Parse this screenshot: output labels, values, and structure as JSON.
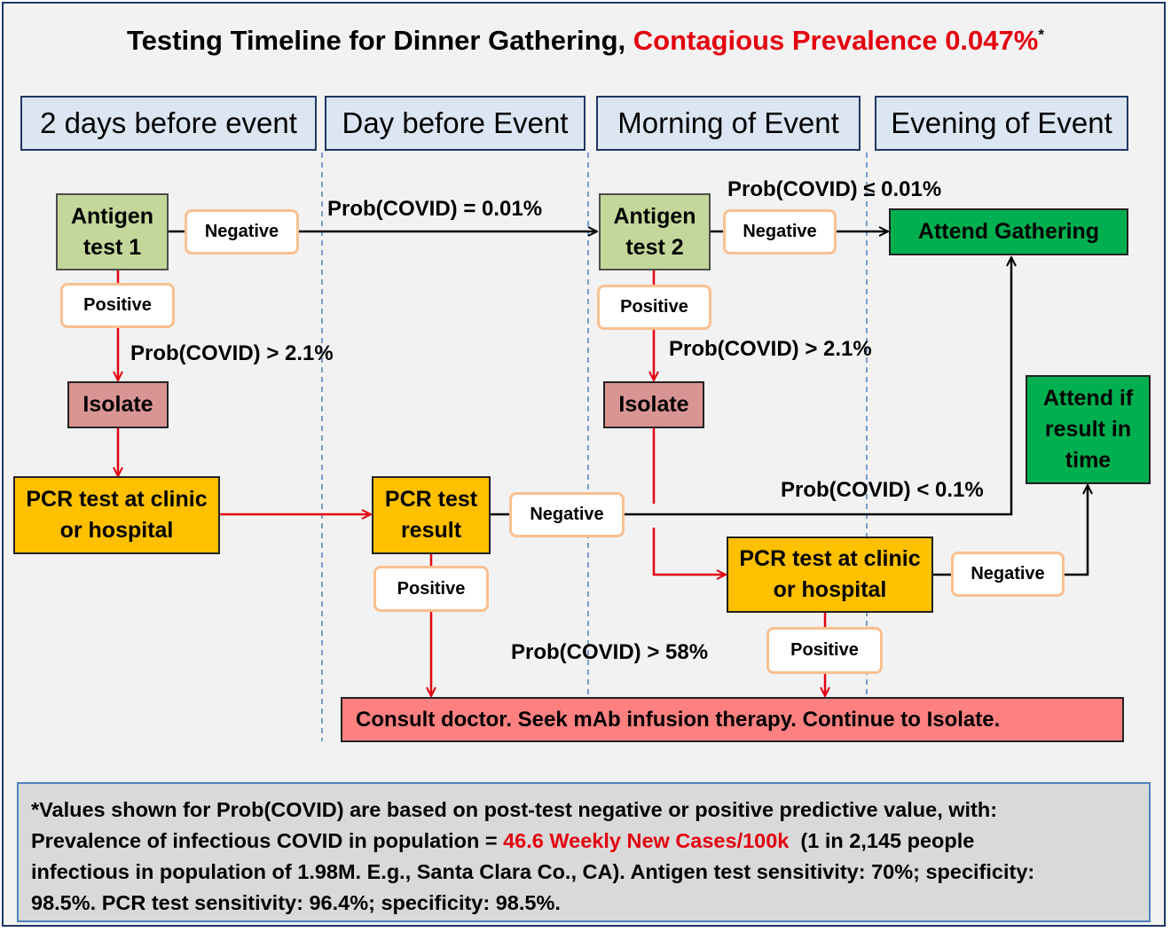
{
  "title": {
    "main": "Testing Timeline for Dinner Gathering,",
    "highlight": "Contagious Prevalence 0.047%",
    "footnote_mark": "*"
  },
  "columns": [
    "2 days before event",
    "Day before Event",
    "Morning of Event",
    "Evening of Event"
  ],
  "nodes": {
    "antigen1": "Antigen test 1",
    "antigen2": "Antigen test 2",
    "isolate1": "Isolate",
    "isolate2": "Isolate",
    "pcr_clinic1": "PCR test at clinic or hospital",
    "pcr_result": "PCR test result",
    "pcr_clinic2": "PCR test at clinic or hospital",
    "attend_gathering": "Attend Gathering",
    "attend_if": "Attend if result in time",
    "consult": "Consult doctor. Seek mAb infusion therapy. Continue to Isolate."
  },
  "pills": {
    "neg_a1": "Negative",
    "pos_a1": "Positive",
    "neg_a2": "Negative",
    "pos_a2": "Positive",
    "neg_pcr": "Negative",
    "pos_pcr": "Positive",
    "neg_pcr2": "Negative",
    "pos_pcr2": "Positive"
  },
  "probs": {
    "p1": "Prob(COVID) = 0.01%",
    "p2": "Prob(COVID) ≤ 0.01%",
    "p3": "Prob(COVID) > 2.1%",
    "p4": "Prob(COVID)  > 2.1%",
    "p5": "Prob(COVID) < 0.1%",
    "p6": "Prob(COVID) >  58%"
  },
  "note": {
    "line1": "*Values shown for Prob(COVID) are based on post-test negative or positive predictive value, with:",
    "line2a": "Prevalence of infectious COVID in population = ",
    "line2b": "46.6 Weekly New Cases/100k",
    "line2c": "  (1 in 2,145 people",
    "line3": "infectious in population of 1.98M.  E.g., Santa Clara Co., CA). Antigen test sensitivity: 70%; specificity:",
    "line4": "98.5%. PCR test sensitivity: 96.4%; specificity: 98.5%."
  },
  "colors": {
    "accent_red": "#e3000f",
    "arrow_red": "#e3000f",
    "header_fill": "#dce6f2",
    "antigen_fill": "#c4d79b",
    "isolate_fill": "#d99594",
    "pcr_fill": "#ffc000",
    "attend_fill": "#00b050",
    "consult_fill": "#ff8080",
    "pill_border": "#fac090",
    "note_fill": "#d9d9d9"
  }
}
